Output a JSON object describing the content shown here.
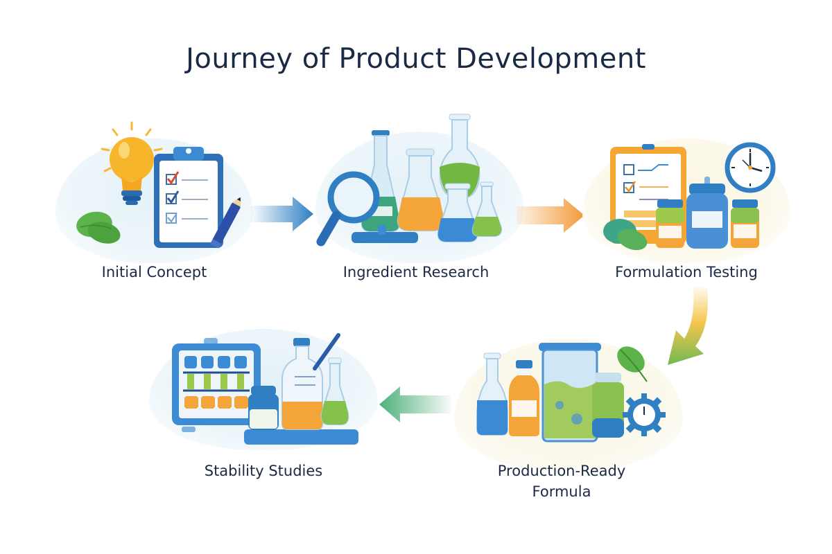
{
  "title": "Journey of Product Development",
  "stages": [
    {
      "id": 1,
      "label": "Initial Concept",
      "icons": [
        "lightbulb-icon",
        "clipboard-checklist-icon",
        "pencil-icon",
        "leaf-icon"
      ]
    },
    {
      "id": 2,
      "label": "Ingredient Research",
      "icons": [
        "magnifying-glass-icon",
        "flask-icon",
        "beaker-icon"
      ]
    },
    {
      "id": 3,
      "label": "Formulation Testing",
      "icons": [
        "clipboard-icon",
        "clock-icon",
        "jar-icon",
        "leaf-icon"
      ]
    },
    {
      "id": 4,
      "label": "Production-Ready Formula",
      "label_lines": [
        "Production-Ready",
        "Formula"
      ],
      "icons": [
        "flask-icon",
        "bottle-icon",
        "cylinder-icon",
        "jar-icon",
        "gear-clock-icon",
        "leaf-icon"
      ]
    },
    {
      "id": 5,
      "label": "Stability Studies",
      "icons": [
        "sample-tray-icon",
        "beaker-icon",
        "jar-icon",
        "flask-icon"
      ]
    }
  ],
  "arrows": [
    {
      "from": "Initial Concept",
      "to": "Ingredient Research",
      "color": "#2f7fc2"
    },
    {
      "from": "Ingredient Research",
      "to": "Formulation Testing",
      "color": "#f29a38"
    },
    {
      "from": "Formulation Testing",
      "to": "Production-Ready Formula",
      "color": "#8cbf4f"
    },
    {
      "from": "Production-Ready Formula",
      "to": "Stability Studies",
      "color": "#4fb07a"
    }
  ],
  "colors": {
    "title": "#1b2a44",
    "blue": "#2f7fc2",
    "orange": "#f29a38",
    "green": "#6cbf4a",
    "yellow": "#f7c948"
  }
}
